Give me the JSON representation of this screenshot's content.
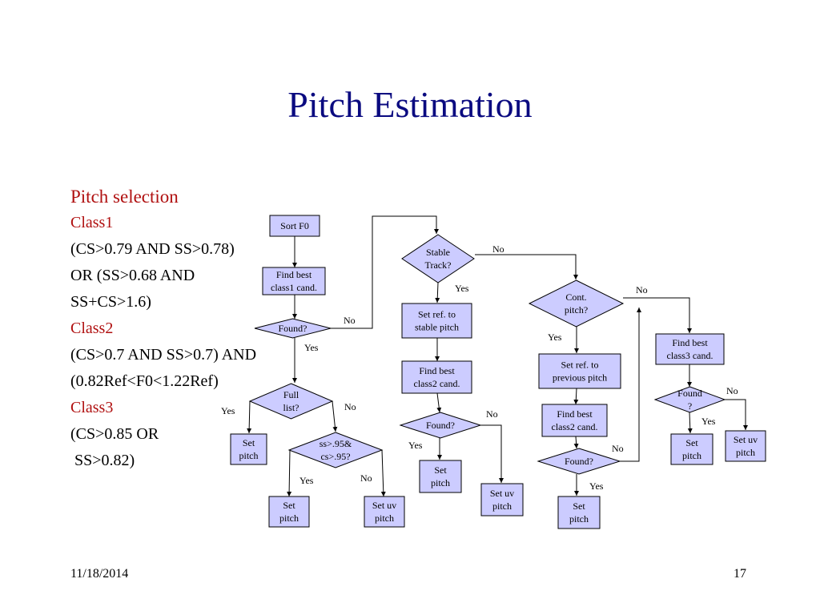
{
  "slide": {
    "title": "Pitch Estimation",
    "date": "11/18/2014",
    "page_number": "17"
  },
  "left_text": [
    {
      "text": "Pitch selection",
      "color": "#b01010"
    },
    {
      "text": "Class1",
      "color": "#b01010"
    },
    {
      "text": "(CS>0.79 AND SS>0.78)",
      "color": "#000000"
    },
    {
      "text": "OR (SS>0.68 AND",
      "color": "#000000"
    },
    {
      "text": "SS+CS>1.6)",
      "color": "#000000"
    },
    {
      "text": "Class2",
      "color": "#b01010"
    },
    {
      "text": "(CS>0.7 AND SS>0.7) AND",
      "color": "#000000"
    },
    {
      "text": "(0.82Ref<F0<1.22Ref)",
      "color": "#000000"
    },
    {
      "text": "Class3",
      "color": "#b01010"
    },
    {
      "text": "(CS>0.85 OR",
      "color": "#000000"
    },
    {
      "text": " SS>0.82)",
      "color": "#000000"
    }
  ],
  "flowchart": {
    "node_color": "#ccccff",
    "nodes": {
      "sort_f0": [
        "Sort F0"
      ],
      "find_class1": [
        "Find best",
        "class1 cand."
      ],
      "found_1": [
        "Found?"
      ],
      "full_list": [
        "Full",
        "list?"
      ],
      "set_pitch_full": [
        "Set",
        "pitch"
      ],
      "ss_cs_check": [
        "ss>.95&",
        "cs>.95?"
      ],
      "set_pitch_sscs": [
        "Set",
        "pitch"
      ],
      "set_uv_sscs": [
        "Set uv",
        "pitch"
      ],
      "stable_track": [
        "Stable",
        "Track?"
      ],
      "set_ref_stable": [
        "Set ref. to",
        "stable pitch"
      ],
      "find_class2_a": [
        "Find best",
        "class2 cand."
      ],
      "found_2a": [
        "Found?"
      ],
      "set_pitch_2a": [
        "Set",
        "pitch"
      ],
      "set_uv_2a": [
        "Set uv",
        "pitch"
      ],
      "cont_pitch": [
        "Cont.",
        "pitch?"
      ],
      "set_ref_prev": [
        "Set ref. to",
        "previous pitch"
      ],
      "find_class2_b": [
        "Find best",
        "class2 cand."
      ],
      "found_2b": [
        "Found?"
      ],
      "set_pitch_2b": [
        "Set",
        "pitch"
      ],
      "find_class3": [
        "Find best",
        "class3 cand."
      ],
      "found_3": [
        "Found",
        "?"
      ],
      "set_pitch_3": [
        "Set",
        "pitch"
      ],
      "set_uv_3": [
        "Set uv",
        "pitch"
      ]
    },
    "edge_labels": {
      "found1_no": "No",
      "found1_yes": "Yes",
      "full_yes": "Yes",
      "full_no": "No",
      "sscs_yes": "Yes",
      "sscs_no": "No",
      "stable_no": "No",
      "stable_yes": "Yes",
      "found2a_yes": "Yes",
      "found2a_no": "No",
      "cont_no": "No",
      "cont_yes": "Yes",
      "found2b_no": "No",
      "found2b_yes": "Yes",
      "found3_no": "No",
      "found3_yes": "Yes"
    }
  }
}
